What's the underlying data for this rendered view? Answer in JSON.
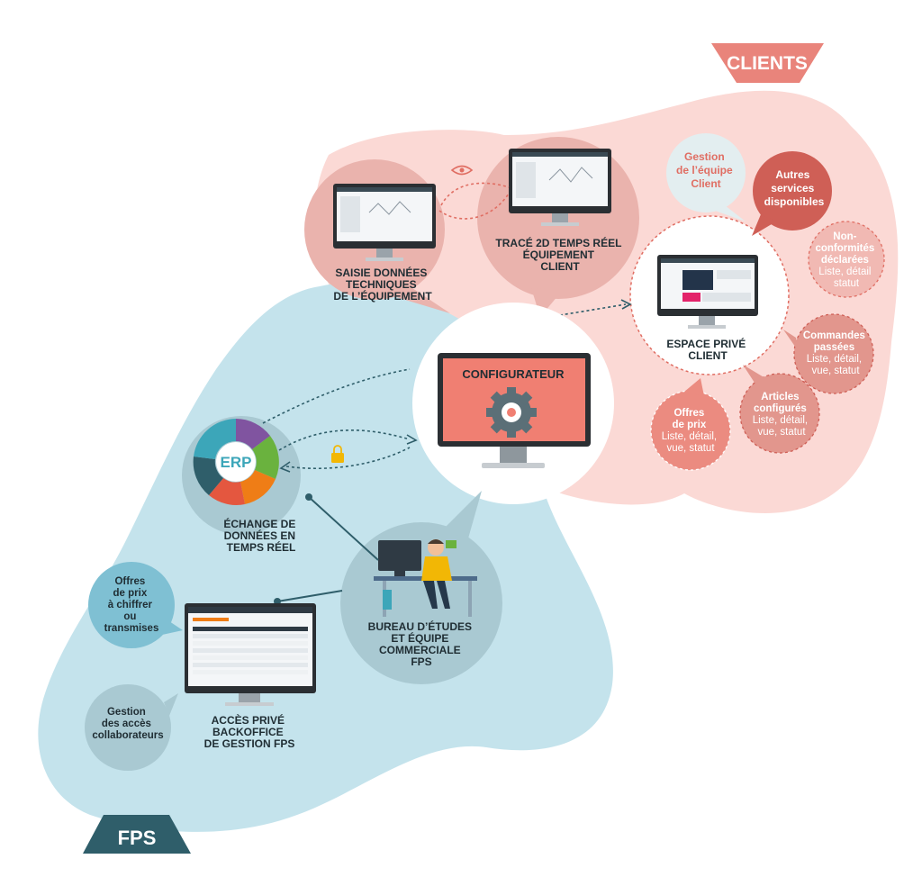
{
  "colors": {
    "clients_blob": "#fbd9d5",
    "fps_blob": "#c4e3ec",
    "clients_accent": "#e9847b",
    "fps_accent": "#2f5e6a",
    "dark_text": "#1f2d33",
    "configurator_screen": "#f07f72",
    "gear": "#5b6f77"
  },
  "banners": {
    "clients": "CLIENTS",
    "fps": "FPS"
  },
  "configurator": {
    "title": "CONFIGURATEUR"
  },
  "saisie": {
    "line1": "SAISIE DONNÉES",
    "line2": "TECHNIQUES",
    "line3": "DE L’ÉQUIPEMENT"
  },
  "trace": {
    "line1": "TRACÉ 2D TEMPS RÉEL",
    "line2": "ÉQUIPEMENT",
    "line3": "CLIENT"
  },
  "espace": {
    "line1": "ESPACE PRIVÉ",
    "line2": "CLIENT"
  },
  "gestion_equipe": {
    "line1": "Gestion",
    "line2": "de l’équipe",
    "line3": "Client"
  },
  "autres": {
    "line1": "Autres",
    "line2": "services",
    "line3": "disponibles"
  },
  "nonconf": {
    "line1": "Non-",
    "line2": "conformités",
    "line3": "déclarées",
    "line4": "Liste, détail",
    "line5": "statut"
  },
  "commandes": {
    "line1": "Commandes",
    "line2": "passées",
    "line3": "Liste, détail,",
    "line4": "vue, statut"
  },
  "articles": {
    "line1": "Articles",
    "line2": "configurés",
    "line3": "Liste, détail,",
    "line4": "vue, statut"
  },
  "offres_client": {
    "line1": "Offres",
    "line2": "de prix",
    "line3": "Liste, détail,",
    "line4": "vue, statut"
  },
  "erp": {
    "label": "ERP",
    "line1": "ÉCHANGE DE",
    "line2": "DONNÉES EN",
    "line3": "TEMPS RÉEL"
  },
  "bureau": {
    "line1": "BUREAU D’ÉTUDES",
    "line2": "ET ÉQUIPE",
    "line3": "COMMERCIALE",
    "line4": "FPS"
  },
  "backoffice": {
    "line1": "ACCÈS PRIVÉ",
    "line2": "BACKOFFICE",
    "line3": "DE GESTION FPS"
  },
  "offres_fps": {
    "line1": "Offres",
    "line2": "de prix",
    "line3": "à chiffrer",
    "line4": "ou",
    "line5": "transmises"
  },
  "gestion_acces": {
    "line1": "Gestion",
    "line2": "des accès",
    "line3": "collaborateurs"
  }
}
